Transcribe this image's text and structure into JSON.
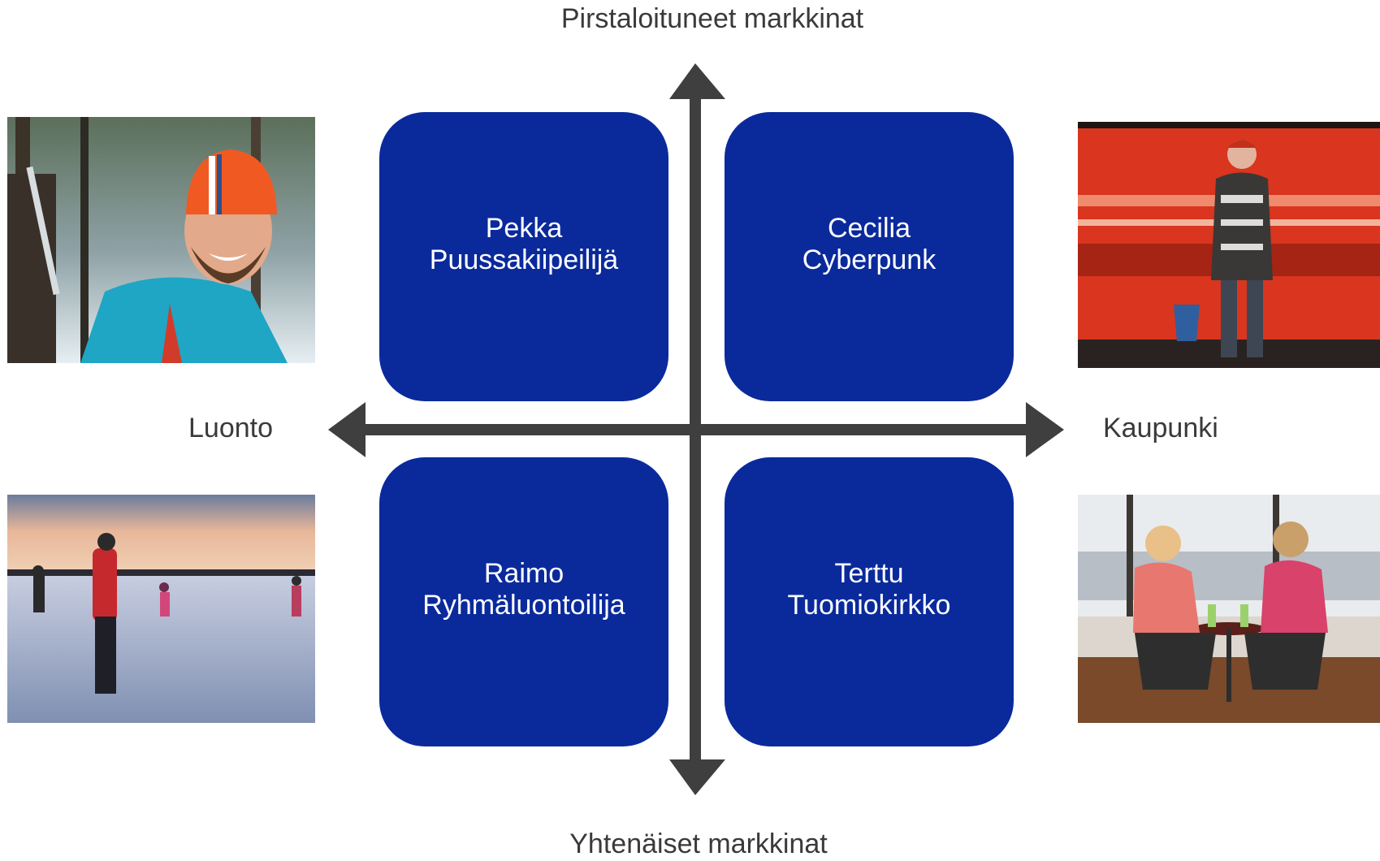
{
  "axes": {
    "top": "Pirstaloituneet markkinat",
    "bottom": "Yhtenäiset markkinat",
    "left": "Luonto",
    "right": "Kaupunki"
  },
  "quadrants": {
    "top_left": {
      "line1": "Pekka",
      "line2": "Puussakiipeilijä"
    },
    "top_right": {
      "line1": "Cecilia",
      "line2": "Cyberpunk"
    },
    "bottom_left": {
      "line1": "Raimo",
      "line2": "Ryhmäluontoilija"
    },
    "bottom_right": {
      "line1": "Terttu",
      "line2": "Tuomiokirkko"
    }
  },
  "colors": {
    "quadrant_fill": "#0a2a9c",
    "axis": "#3f3f3f",
    "label_text": "#3a3a3a"
  },
  "photos": {
    "top_left": "smiling-man-orange-beanie-snow-photo",
    "bottom_left": "people-skating-frozen-lake-sunset-photo",
    "top_right": "woman-bucket-red-metro-train-photo",
    "bottom_right": "two-women-cafe-drinks-photo"
  }
}
